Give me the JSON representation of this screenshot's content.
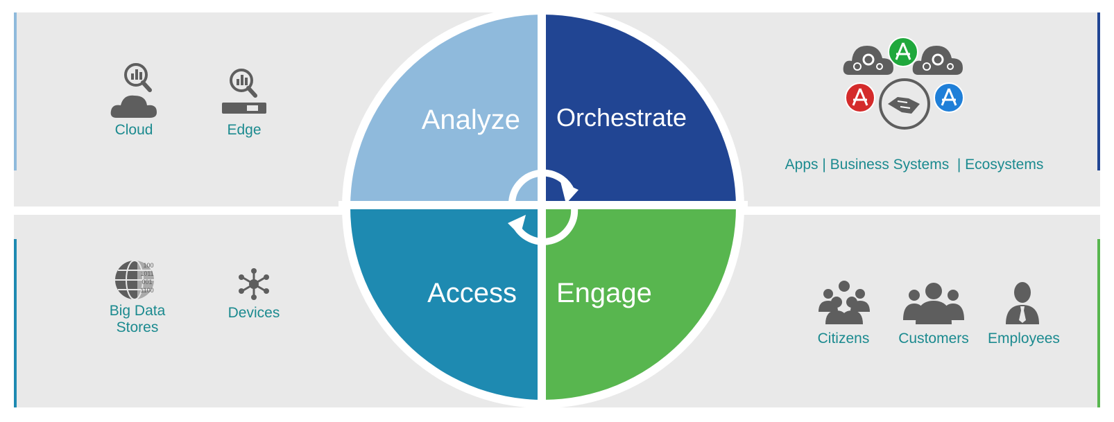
{
  "quadrants": {
    "analyze": {
      "label": "Analyze",
      "color": "#8fbadc"
    },
    "orchestrate": {
      "label": "Orchestrate",
      "color": "#214593"
    },
    "access": {
      "label": "Access",
      "color": "#1e8ab1"
    },
    "engage": {
      "label": "Engage",
      "color": "#58b64f"
    }
  },
  "top_left": {
    "cloud": {
      "label": "Cloud",
      "icon": "cloud-analytics-icon"
    },
    "edge": {
      "label": "Edge",
      "icon": "edge-device-analytics-icon"
    }
  },
  "top_right": {
    "label": "Apps | Business Systems  | Ecosystems",
    "icons": [
      "cloud-gears-icon",
      "app-store-green-icon",
      "app-store-red-icon",
      "handshake-icon",
      "app-store-blue-icon"
    ]
  },
  "bottom_left": {
    "big_data": {
      "line1": "Big Data",
      "line2": "Stores",
      "icon": "globe-data-icon"
    },
    "devices": {
      "label": "Devices",
      "icon": "network-nodes-icon"
    }
  },
  "bottom_right": {
    "citizens": {
      "label": "Citizens",
      "icon": "crowd-icon"
    },
    "customers": {
      "label": "Customers",
      "icon": "group-icon"
    },
    "employees": {
      "label": "Employees",
      "icon": "businessman-icon"
    }
  },
  "colors": {
    "band": "#e9e9e9",
    "label_text": "#1b8a8f",
    "icon_gray": "#5e5e5e"
  }
}
